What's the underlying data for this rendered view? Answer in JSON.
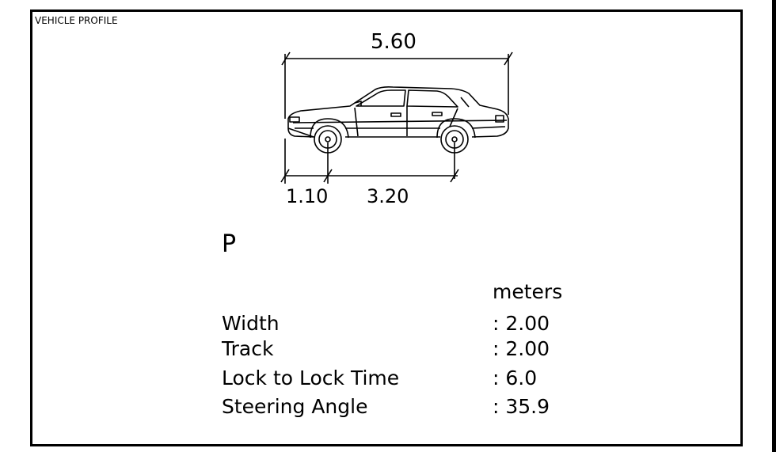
{
  "title": "VEHICLE PROFILE",
  "dimensions": {
    "overall_length": "5.60",
    "front_overhang": "1.10",
    "wheelbase": "3.20"
  },
  "vehicle_code": "P",
  "units": "meters",
  "specs": [
    {
      "label": "Width",
      "value": ": 2.00"
    },
    {
      "label": "Track",
      "value": ": 2.00"
    },
    {
      "label": "Lock to Lock Time",
      "value": ": 6.0"
    },
    {
      "label": "Steering Angle",
      "value": ": 35.9"
    }
  ]
}
